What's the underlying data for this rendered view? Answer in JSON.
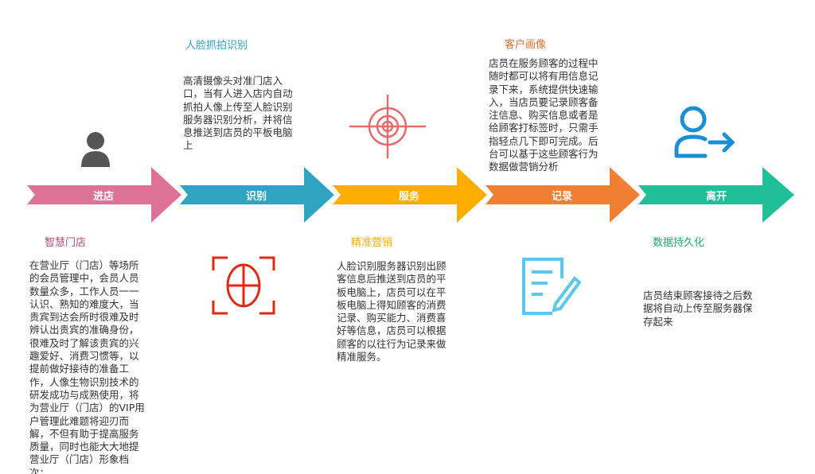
{
  "colors": {
    "enter": "#de7196",
    "identify": "#2ea3c2",
    "service": "#fdae00",
    "record": "#f07f34",
    "leave": "#1fbf98"
  },
  "steps": [
    {
      "label": "进店",
      "title": "智慧门店",
      "text": "在营业厅（门店）等场所的会员管理中，会员人员数量众多，工作人员一一认识、熟知的难度大，当贵宾到达会所时很难及时辨认出贵宾的准确身份，很难及时了解该贵宾的兴趣爱好、消费习惯等，以提前做好接待的准备工作，人像生物识别技术的研发成功与成熟使用，将为营业厅（门店）的VIP用户管理此难题将迎刃而解，不但有助于提高服务质量，同时也能大大地提营业厅（门店）形象档次；",
      "icon": "person-icon"
    },
    {
      "label": "识别",
      "title": "人脸抓拍识别",
      "text": "高清摄像头对准门店入口，当有人进入店内自动抓拍人像上传至人脸识别服务器识别分析，并将信息推送到店员的平板电脑上",
      "icon": "face-scan-icon"
    },
    {
      "label": "服务",
      "title": "精准营销",
      "text": "人脸识别服务器识别出顾客信息后推送到店员的平板电脑上，店员可以在平板电脑上得知顾客的消费记录、购买能力、消费喜好等信息，店员可以根据顾客的以往行为记录来做精准服务。",
      "icon": "target-icon"
    },
    {
      "label": "记录",
      "title": "客户画像",
      "text": "店员在服务顾客的过程中随时都可以将有用信息记录下来，系统提供快速输入，当店员要记录顾客备注信息、购买信息或者是给顾客打标签时，只需手指轻点几下即可完成。后台可以基于这些顾客行为数据做营销分析",
      "icon": "edit-document-icon"
    },
    {
      "label": "离开",
      "title": "数据持久化",
      "text": "店员结束顾客接待之后数据将自动上传至服务器保存起来",
      "icon": "user-exit-icon"
    }
  ]
}
